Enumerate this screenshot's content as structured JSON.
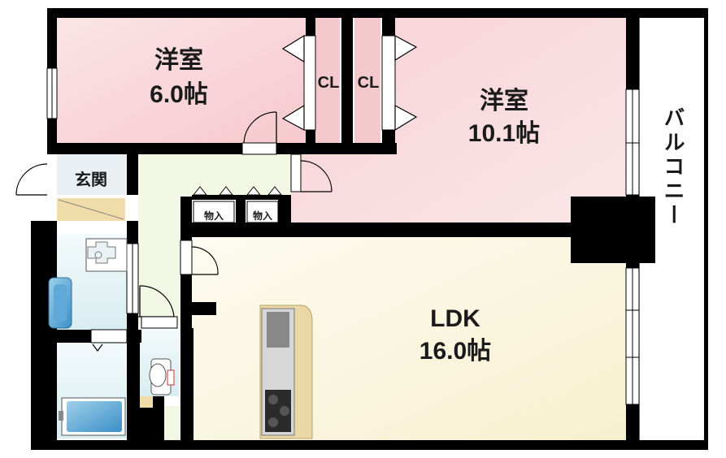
{
  "rooms": {
    "western_small": {
      "name": "洋室",
      "size": "6.0帖"
    },
    "western_large": {
      "name": "洋室",
      "size": "10.1帖"
    },
    "ldk": {
      "name": "LDK",
      "size": "16.0帖"
    },
    "entrance": {
      "name": "玄関"
    },
    "closet_left": {
      "name": "CL"
    },
    "closet_right": {
      "name": "CL"
    },
    "storage_1": {
      "name": "物入"
    },
    "storage_2": {
      "name": "物入"
    },
    "balcony": {
      "name": "バルコニー"
    }
  },
  "colors": {
    "pink": "#f8d6da",
    "cream": "#fbf7e2",
    "light_blue": "#e6f3f5",
    "pale_green": "#f2f8e6",
    "counter": "#e9d7a6"
  }
}
